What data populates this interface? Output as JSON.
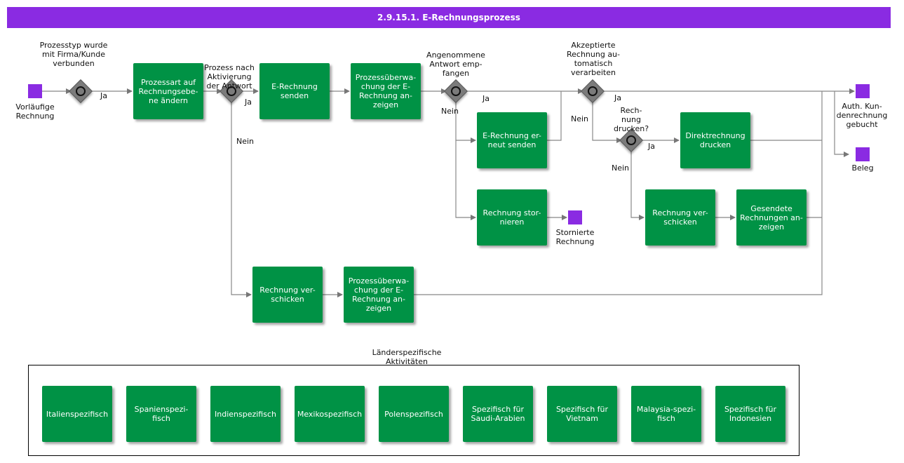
{
  "title": "2.9.15.1. E-Rechnungsprozess",
  "tasks": {
    "t1": "Prozessart auf Rechnungsebe-ne ändern",
    "t2": "E-Rechnung senden",
    "t3": "Prozessüberwa-chung der E-Rechnung an-zeigen",
    "t4": "E-Rechnung er-neut senden",
    "t5": "Rechnung stor-nieren",
    "t6": "Direktrechnung drucken",
    "t7": "Rechnung ver-schicken",
    "t8": "Gesendete Rechnungen an-zeigen",
    "t9": "Rechnung ver-schicken",
    "t10": "Prozessüberwa-chung der E-Rechnung an-zeigen"
  },
  "events": {
    "start": "Vorläufige Rechnung",
    "cancelled": "Stornierte Rechnung",
    "auth": "Auth. Kun-denrechnung gebucht",
    "beleg": "Beleg"
  },
  "gateways": {
    "g1": "Prozesstyp wurde mit Firma/Kunde verbunden",
    "g2": "Prozess nach Aktivierung der Antwort",
    "g3": "Angenommene Antwort emp-fangen",
    "g4": "Akzeptierte Rechnung au-tomatisch verarbeiten",
    "g5": "Rech-nung drucken?"
  },
  "flow_labels": {
    "ja": "Ja",
    "nein": "Nein"
  },
  "group": {
    "title": "Länderspezifische Aktivitäten",
    "items": [
      "Italienspezifisch",
      "Spanienspezi-fisch",
      "Indienspezifisch",
      "Mexikospezifisch",
      "Polenspezifisch",
      "Spezifisch für Saudi-Arabien",
      "Spezifisch für Vietnam",
      "Malaysia-spezi-fisch",
      "Spezifisch für Indonesien"
    ]
  }
}
